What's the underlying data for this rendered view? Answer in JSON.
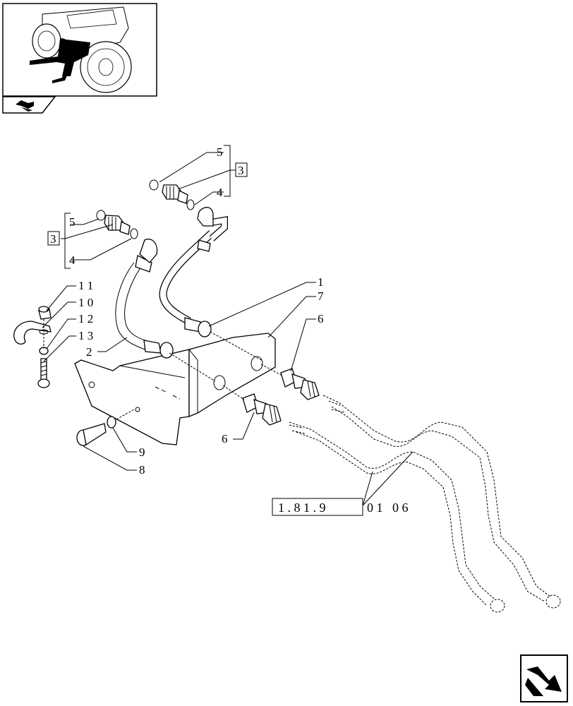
{
  "nav": {
    "thumbnail_icon": "tractor-thumbnail-icon",
    "book_icon": "book-arrow-icon",
    "next_icon": "next-page-arrow-icon"
  },
  "callouts": {
    "c1": "1",
    "c2": "2",
    "c3a": "3",
    "c3b": "3",
    "c4a": "4",
    "c4b": "4",
    "c5a": "5",
    "c5b": "5",
    "c6a": "6",
    "c6b": "6",
    "c7": "7",
    "c8": "8",
    "c9": "9",
    "c10": "1 0",
    "c11": "1 1",
    "c12": "1 2",
    "c13": "1 3"
  },
  "reference": {
    "boxed": "1 . 8 1 . 9",
    "rest": "0 1   0 6"
  }
}
